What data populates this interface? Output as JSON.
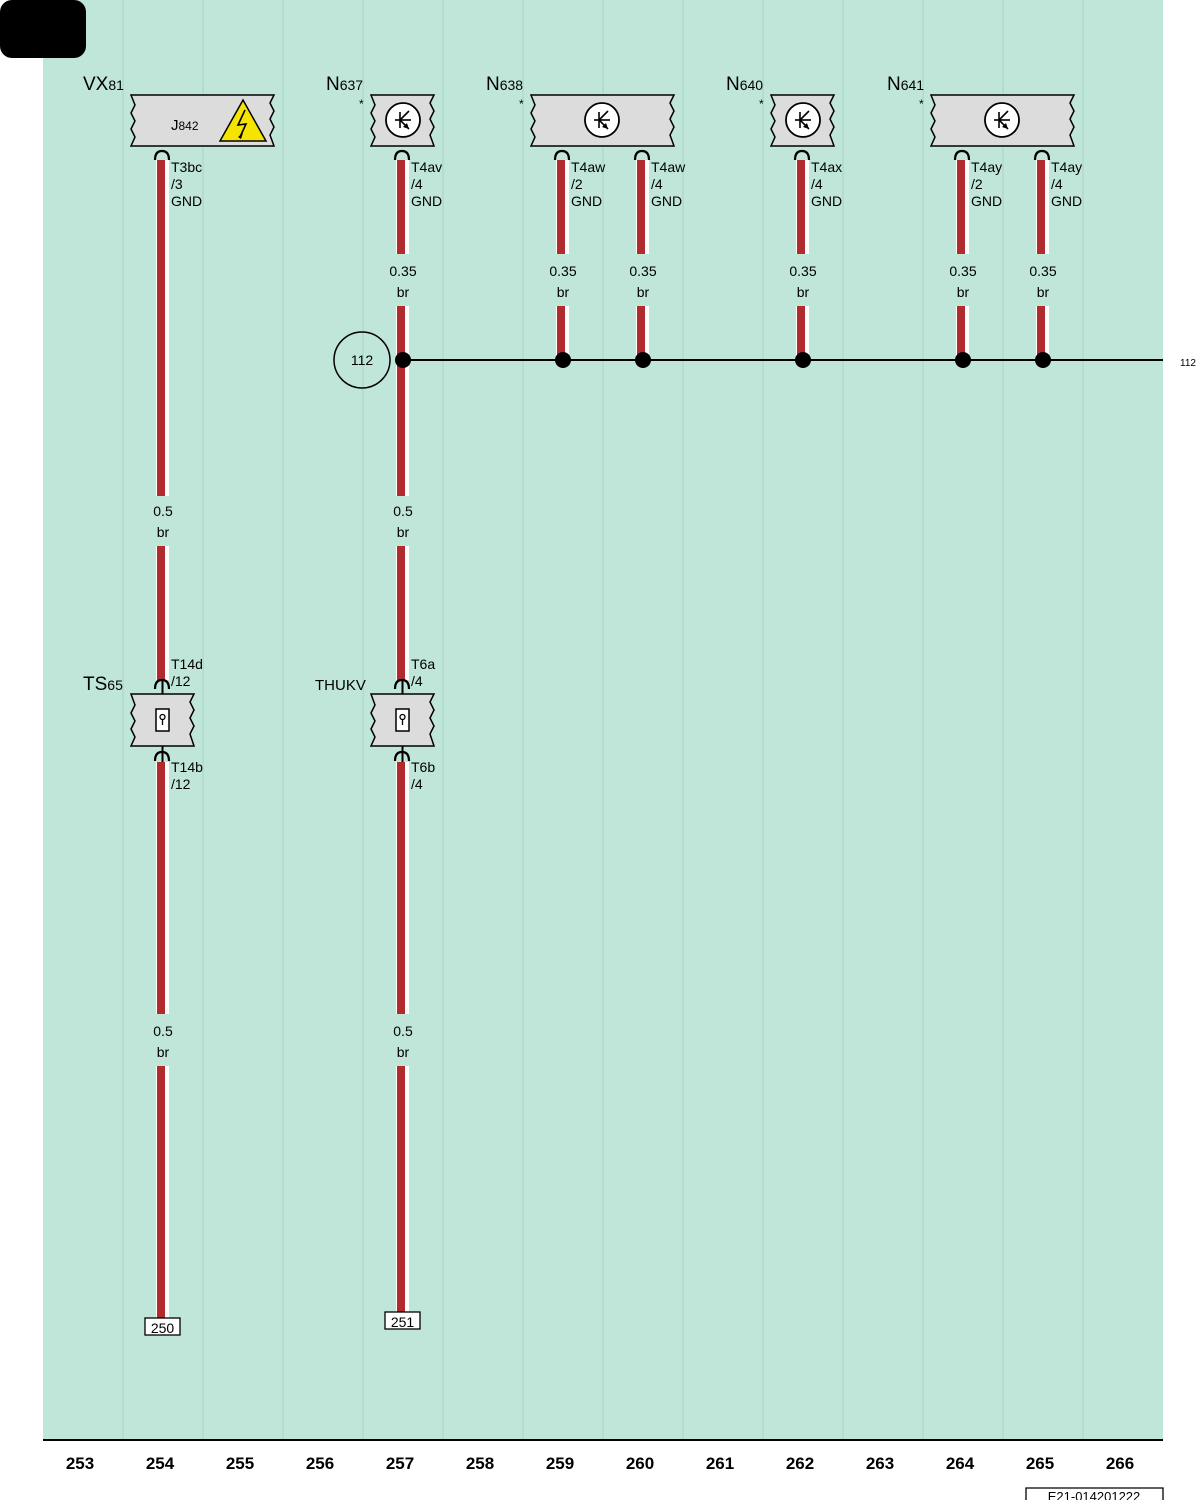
{
  "colors": {
    "background": "#c0e5d9",
    "wire": "#b02a2e",
    "box_fill": "#dcdcdc",
    "warning_triangle": "#f5e400",
    "header_block": "#000000"
  },
  "components": {
    "vx81": {
      "main": "VX",
      "sub": "81",
      "inner_main": "J",
      "inner_sub": "842",
      "icon": "high-voltage-warning-icon"
    },
    "n637": {
      "main": "N",
      "sub": "637",
      "marker": "*",
      "icon": "valve-symbol-icon"
    },
    "n638": {
      "main": "N",
      "sub": "638",
      "marker": "*",
      "icon": "valve-symbol-icon"
    },
    "n640": {
      "main": "N",
      "sub": "640",
      "marker": "*",
      "icon": "valve-symbol-icon"
    },
    "n641": {
      "main": "N",
      "sub": "641",
      "marker": "*",
      "icon": "valve-symbol-icon"
    },
    "ts65": {
      "main": "TS",
      "sub": "65",
      "icon": "connector-plug-icon"
    },
    "thukv": {
      "label": "THUKV",
      "icon": "connector-plug-icon"
    }
  },
  "pins": {
    "vx81": [
      "T3bc",
      "/3",
      "GND"
    ],
    "n637": [
      "T4av",
      "/4",
      "GND"
    ],
    "n638_a": [
      "T4aw",
      "/2",
      "GND"
    ],
    "n638_b": [
      "T4aw",
      "/4",
      "GND"
    ],
    "n640": [
      "T4ax",
      "/4",
      "GND"
    ],
    "n641_a": [
      "T4ay",
      "/2",
      "GND"
    ],
    "n641_b": [
      "T4ay",
      "/4",
      "GND"
    ],
    "ts65_top": [
      "T14d",
      "/12"
    ],
    "ts65_bottom": [
      "T14b",
      "/12"
    ],
    "thukv_top": [
      "T6a",
      "/4"
    ],
    "thukv_bottom": [
      "T6b",
      "/4"
    ]
  },
  "wire_labels": {
    "upper_size": "0.35",
    "color_code": "br",
    "main_size": "0.5"
  },
  "junction": {
    "id": "112",
    "continues_to": "112"
  },
  "references": {
    "left": "250",
    "right": "251"
  },
  "columns": [
    "253",
    "254",
    "255",
    "256",
    "257",
    "258",
    "259",
    "260",
    "261",
    "262",
    "263",
    "264",
    "265",
    "266"
  ],
  "doc_code": "E21-014201222"
}
